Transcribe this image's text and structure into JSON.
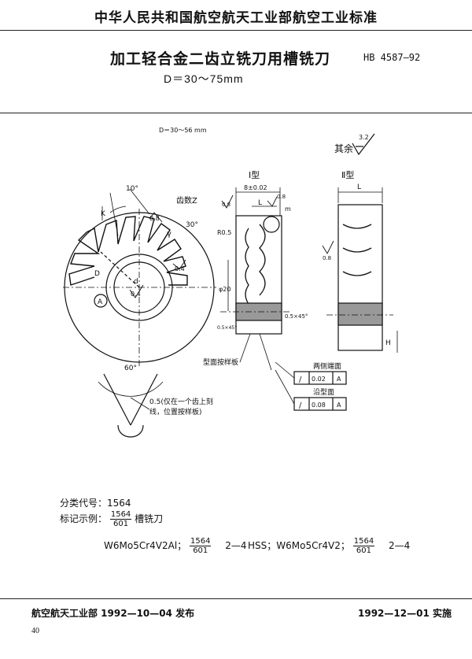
{
  "header": {
    "org_standard": "中华人民共和国航空航天工业部航空工业标准",
    "title": "加工轻合金二齿立铣刀用槽铣刀",
    "standard_no": "HB 4587—92",
    "subtitle": "D＝30～75mm"
  },
  "drawing": {
    "range_note": "D＝30～56 mm",
    "other_surfaces": "其余",
    "other_roughness": "3.2",
    "type_one": "Ⅰ型",
    "type_two": "Ⅱ型",
    "angle_10": "10°",
    "angle_30": "30°",
    "angle_60": "60°",
    "tooth_count": "齿数Z",
    "label_k": "K",
    "label_gamma": "γ",
    "label_d_outer": "D",
    "label_d_bore": "d",
    "label_a": "A",
    "rough_08": "0.8",
    "rough_04": "0.4",
    "width_tol": "8±0.02",
    "label_l": "L",
    "label_m": "m",
    "r05": "R0.5",
    "phi20": "φ20",
    "chamfer": "0.5×45°",
    "chamfer_small": "0.5×45°",
    "label_h": "H",
    "template_note": "型面按样板",
    "runout_side": "两侧端面",
    "runout_profile": "沿型面",
    "runout_sym": "∕",
    "tol_002": "0.02",
    "tol_008": "0.08",
    "datum_a": "A",
    "v_note_line1": "0.5(仅在一个齿上刻",
    "v_note_line2": "线，位置按样板)"
  },
  "info": {
    "class_code": "分类代号：1564",
    "marking_label": "标记示例：",
    "frac_num": "1564",
    "frac_den": "601",
    "marking_suffix": "槽铣刀",
    "ex1_material": "W6Mo5Cr4V2Al",
    "ex1_size": "2—4",
    "ex2_material": "HSS；W6Mo5Cr4V2",
    "ex2_size": "2—4"
  },
  "footer": {
    "issued": "航空航天工业部 1992—10—04 发布",
    "effective": "1992—12—01 实施",
    "page": "40"
  }
}
